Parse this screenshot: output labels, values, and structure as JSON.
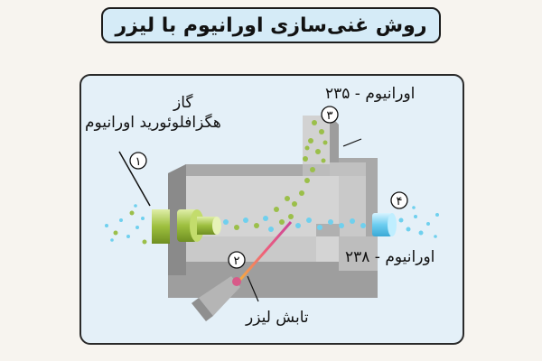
{
  "title": "روش غنی‌سازی اورانیوم با لیزر",
  "labels": {
    "gas_line1": "گاز",
    "gas_line2": "هگزافلوئورید اورانیوم",
    "u235": "اورانیوم - ۲۳۵",
    "u238": "اورانیوم - ۲۳۸",
    "laser": "تابش لیزر"
  },
  "markers": [
    "۱",
    "۲",
    "۳",
    "۴"
  ],
  "colors": {
    "title_bg": "#d5ebf7",
    "panel_bg": "#e4f0f8",
    "chamber": "#b8b8b8",
    "green_particle": "#9bbf4a",
    "cyan_particle": "#6fd0ee",
    "laser_beam": "#e8568a"
  }
}
